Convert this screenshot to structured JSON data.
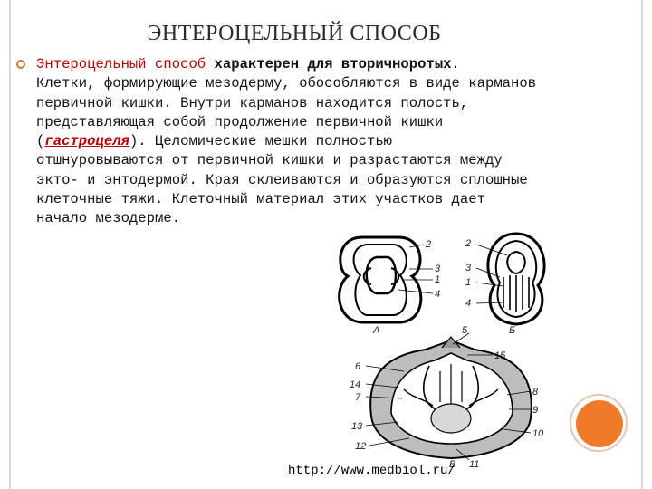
{
  "slide": {
    "title": "ЭНТЕРОЦЕЛЬНЫЙ СПОСОБ",
    "paragraph": {
      "lines": [
        [
          {
            "text": "Энтероцельный способ",
            "style": "red"
          },
          {
            "text": " ",
            "style": ""
          },
          {
            "text": "характерен для вторичноротых",
            "style": "bold"
          },
          {
            "text": ".",
            "style": ""
          }
        ],
        [
          {
            "text": "Клетки, формирующие мезодерму, обособляются в виде карманов",
            "style": ""
          }
        ],
        [
          {
            "text": "первичной кишки. Внутри карманов находится полость,",
            "style": ""
          }
        ],
        [
          {
            "text": "представляющая собой продолжение первичной кишки",
            "style": ""
          }
        ],
        [
          {
            "text": "(",
            "style": ""
          },
          {
            "text": "гастроцеля",
            "style": "red-bold-italic-underline"
          },
          {
            "text": "). Целомические мешки полностью",
            "style": ""
          }
        ],
        [
          {
            "text": "отшнуровываются от первичной кишки и разрастаются между",
            "style": ""
          }
        ],
        [
          {
            "text": "экто- и энтодермой. Края склеиваются и образуются сплошные",
            "style": ""
          }
        ],
        [
          {
            "text": "клеточные тяжи. Клеточный материал этих участков дает",
            "style": ""
          }
        ],
        [
          {
            "text": "начало мезодерме.",
            "style": ""
          }
        ]
      ]
    },
    "figure": {
      "labels_a": [
        "2",
        "3",
        "1",
        "4",
        "А"
      ],
      "labels_b": [
        "2",
        "3",
        "1",
        "4",
        "Б"
      ],
      "labels_c": [
        "5",
        "15",
        "6",
        "14",
        "7",
        "8",
        "9",
        "13",
        "10",
        "12",
        "11",
        "В"
      ]
    },
    "caption": "http://www.medbiol.ru/"
  }
}
